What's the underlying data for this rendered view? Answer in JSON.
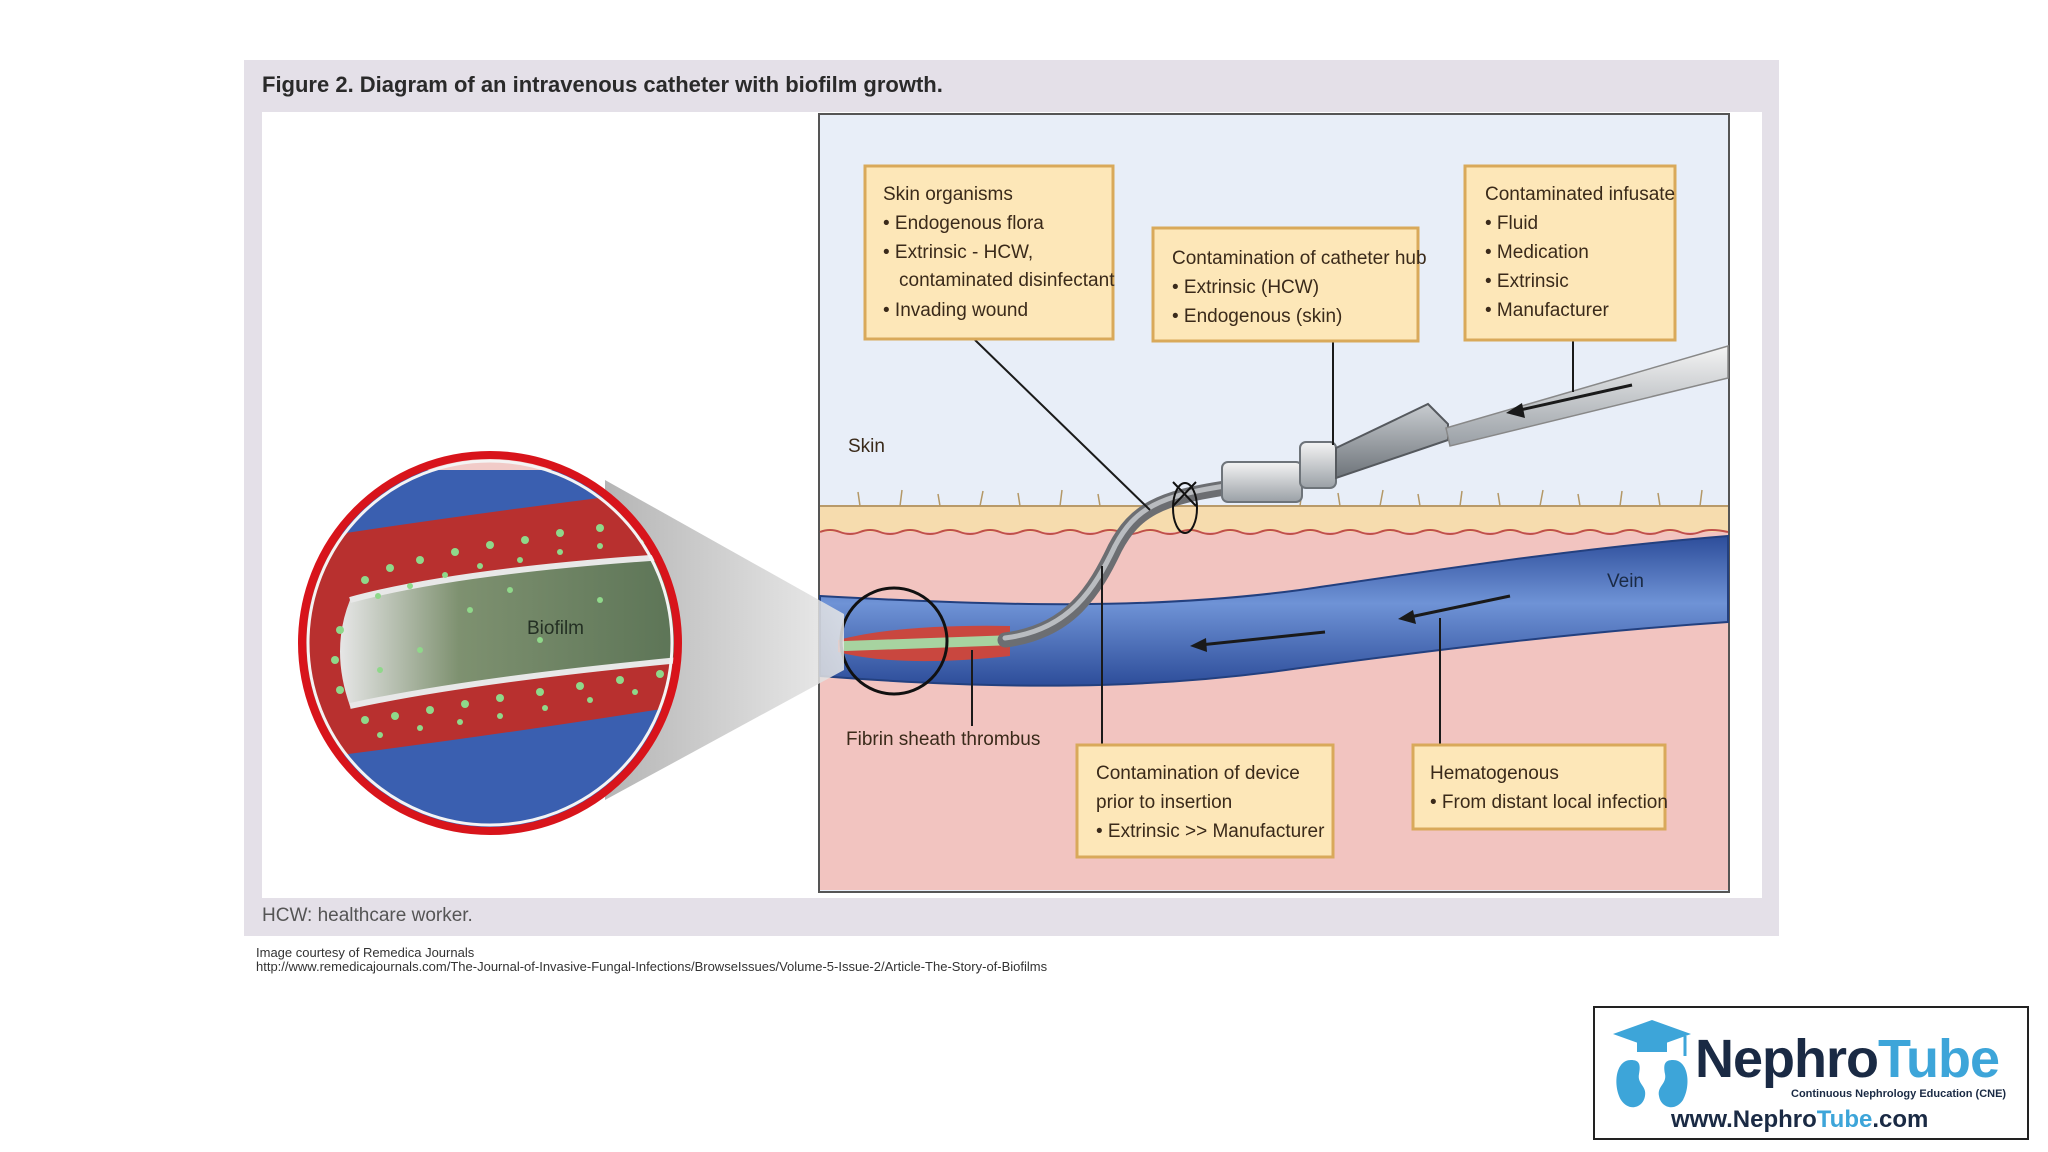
{
  "figure": {
    "title": "Figure 2. Diagram of an intravenous catheter with biofilm growth.",
    "footnote": "HCW: healthcare worker.",
    "labels": {
      "skin": "Skin",
      "vein": "Vein",
      "biofilm": "Biofilm",
      "fibrin": "Fibrin sheath thrombus"
    },
    "boxes": {
      "skin_organisms": {
        "title": "Skin organisms",
        "items": [
          "• Endogenous flora",
          "• Extrinsic - HCW,",
          "contaminated disinfectant",
          "• Invading wound"
        ]
      },
      "catheter_hub": {
        "title": "Contamination of catheter hub",
        "items": [
          "• Extrinsic (HCW)",
          "• Endogenous (skin)"
        ]
      },
      "infusate": {
        "title": "Contaminated infusate",
        "items": [
          "• Fluid",
          "• Medication",
          "• Extrinsic",
          "• Manufacturer"
        ]
      },
      "device": {
        "title": "Contamination of device",
        "items": [
          "prior to insertion",
          "• Extrinsic >> Manufacturer"
        ]
      },
      "hematogenous": {
        "title": "Hematogenous",
        "items": [
          "• From distant local infection"
        ]
      }
    }
  },
  "credit": {
    "line1": "Image courtesy of Remedica Journals",
    "line2": "http://www.remedicajournals.com/The-Journal-of-Invasive-Fungal-Infections/BrowseIssues/Volume-5-Issue-2/Article-The-Story-of-Biofilms"
  },
  "logo": {
    "name_part1": "Nephro",
    "name_part2": "Tube",
    "tagline": "Continuous Nephrology Education (CNE)",
    "url_part1": "www.",
    "url_part2": "Nephro",
    "url_part3": "Tube",
    "url_part4": ".com"
  },
  "colors": {
    "vein": "#3a5fb0",
    "tissue": "#f2c4c0",
    "callout_fill": "#fde7b8",
    "zoom_ring": "#d8141b",
    "brand_dark": "#1a2a44",
    "brand_light": "#3da5d9"
  }
}
